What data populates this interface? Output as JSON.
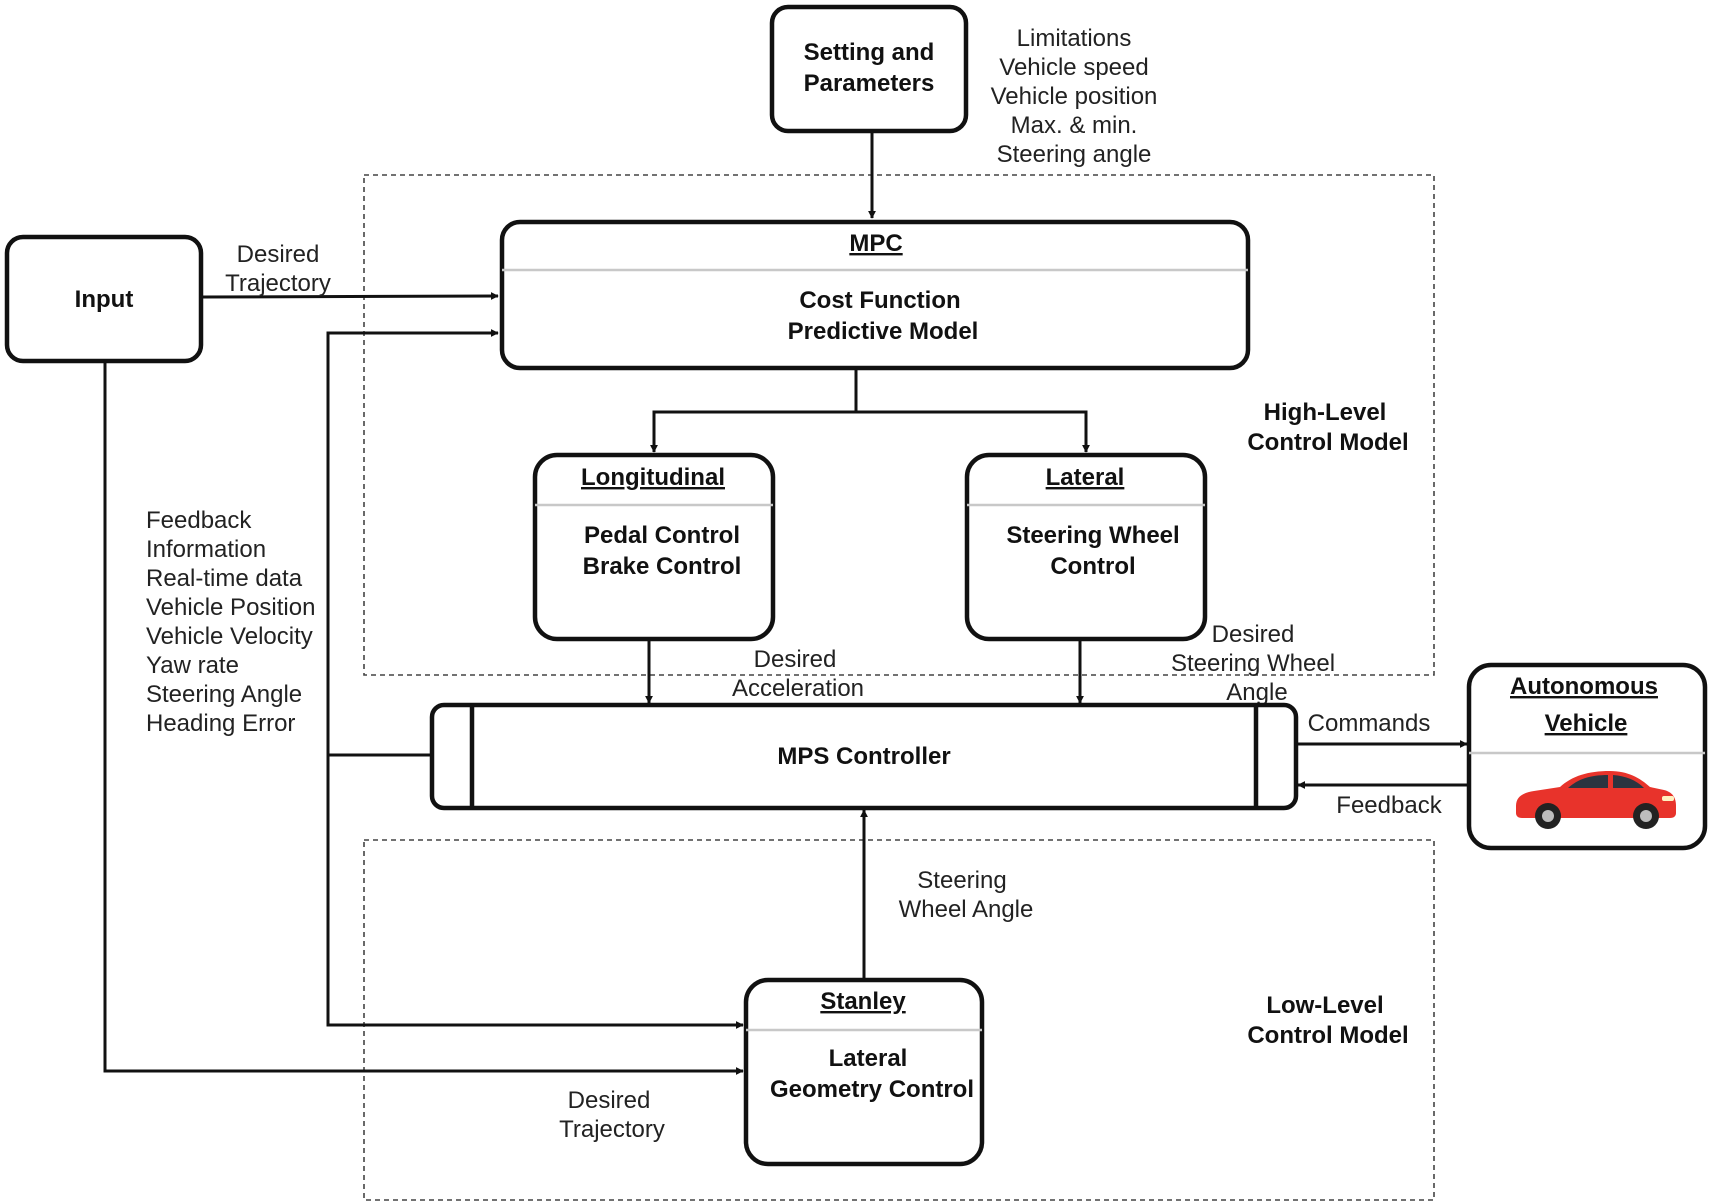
{
  "settings": {
    "title_lines": [
      "Setting and",
      "Parameters"
    ],
    "limit_lines": [
      "Limitations",
      "Vehicle speed",
      "Vehicle position",
      "Max. & min.",
      "Steering angle"
    ]
  },
  "input": {
    "title": "Input"
  },
  "desired_trajectory_top": [
    "Desired",
    "Trajectory"
  ],
  "mpc": {
    "heading": "MPC",
    "body_lines": [
      "Cost Function",
      "Predictive Model"
    ]
  },
  "high_level": [
    "High-Level",
    "Control Model"
  ],
  "longitudinal": {
    "heading": "Longitudinal",
    "body_lines": [
      "Pedal Control",
      "Brake Control"
    ]
  },
  "lateral": {
    "heading": "Lateral",
    "body_lines": [
      "Steering Wheel",
      "Control"
    ]
  },
  "feedback_info": [
    "Feedback",
    "Information",
    "Real-time data",
    "Vehicle Position",
    "Vehicle Velocity",
    "Yaw rate",
    "Steering Angle",
    "Heading Error"
  ],
  "desired_acceleration": [
    "Desired",
    "Acceleration"
  ],
  "desired_steering": [
    "Desired",
    "Steering Wheel",
    "Angle"
  ],
  "mps": {
    "title": "MPS Controller"
  },
  "commands": "Commands",
  "feedback": "Feedback",
  "vehicle": {
    "heading_lines": [
      "Autonomous",
      "Vehicle"
    ],
    "car_color": "#e8332b"
  },
  "steering_wheel_angle": [
    "Steering",
    "Wheel Angle"
  ],
  "low_level": [
    "Low-Level",
    "Control Model"
  ],
  "stanley": {
    "heading": "Stanley",
    "body_lines": [
      "Lateral",
      "Geometry Control"
    ]
  },
  "desired_trajectory_bottom": [
    "Desired",
    "Trajectory"
  ]
}
